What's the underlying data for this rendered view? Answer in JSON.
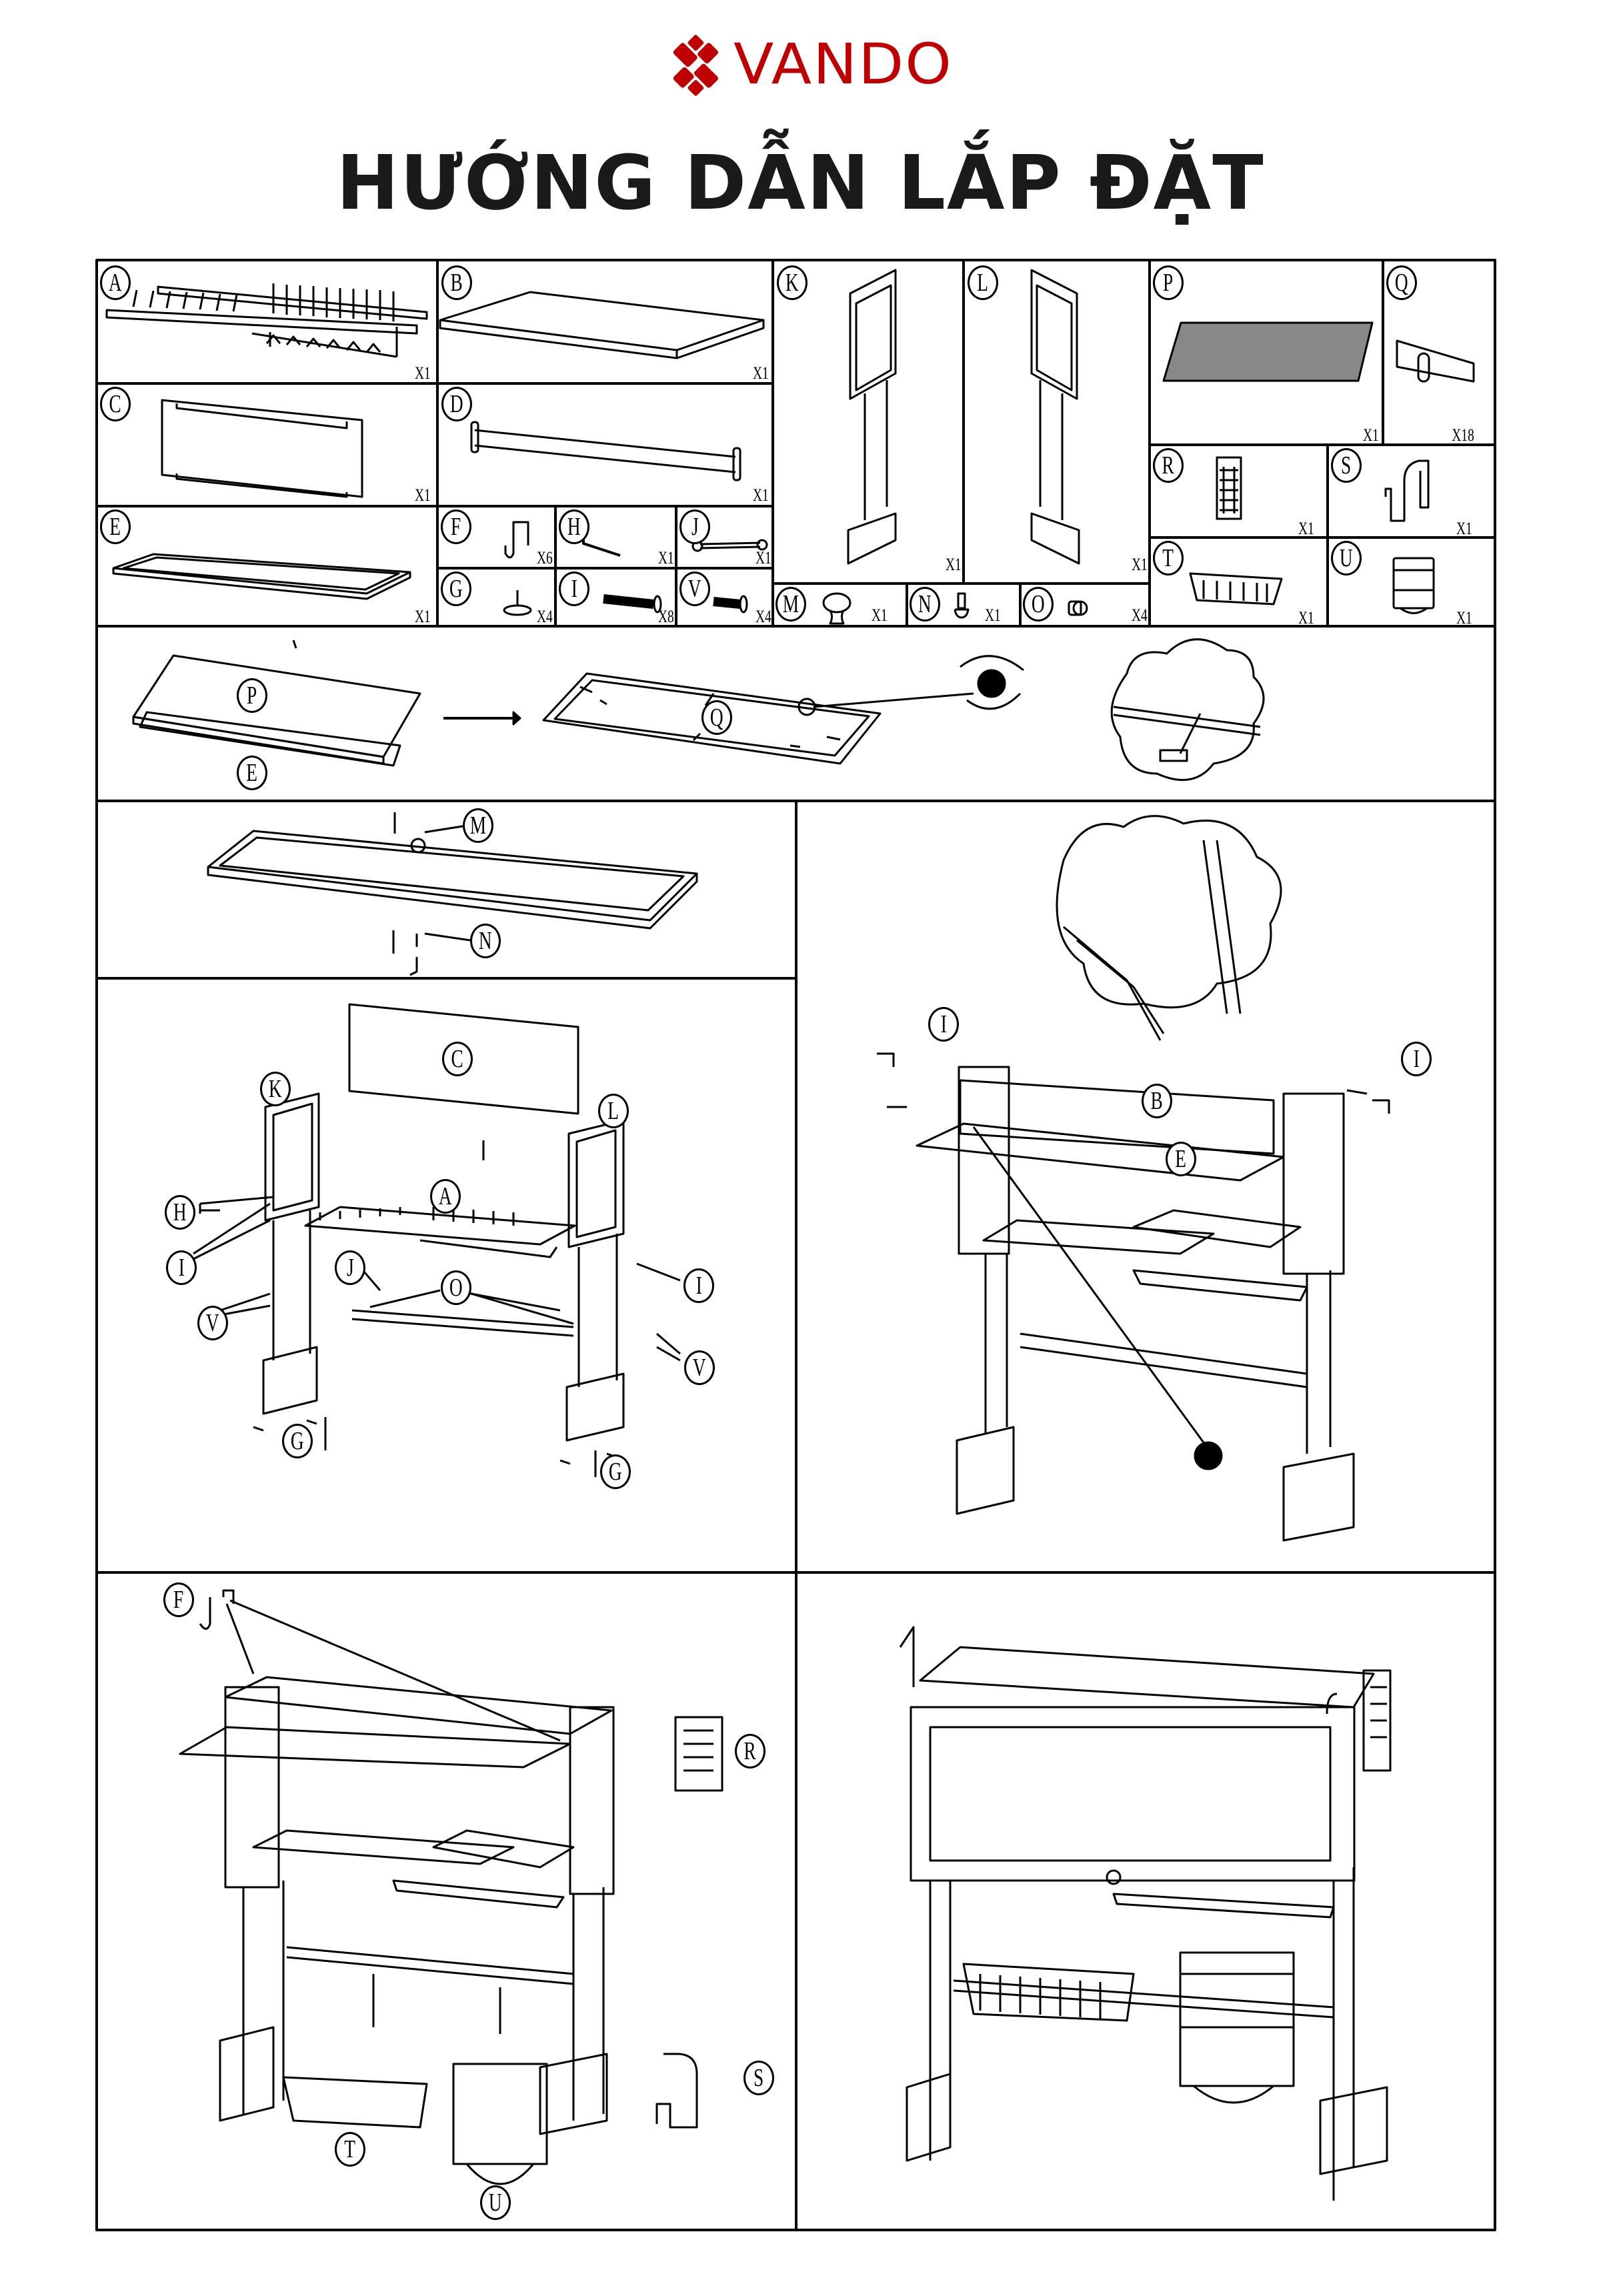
{
  "brand": {
    "name": "VANDO",
    "color": "#c00000"
  },
  "title": "HƯỚNG DẪN LẮP ĐẶT",
  "parts": [
    {
      "letter": "A",
      "qty": "X1"
    },
    {
      "letter": "B",
      "qty": "X1"
    },
    {
      "letter": "C",
      "qty": "X1"
    },
    {
      "letter": "D",
      "qty": "X1"
    },
    {
      "letter": "E",
      "qty": "X1"
    },
    {
      "letter": "F",
      "qty": "X6"
    },
    {
      "letter": "H",
      "qty": "X1"
    },
    {
      "letter": "J",
      "qty": "X1"
    },
    {
      "letter": "G",
      "qty": "X4"
    },
    {
      "letter": "I",
      "qty": "X8"
    },
    {
      "letter": "V",
      "qty": "X4"
    },
    {
      "letter": "K",
      "qty": "X1"
    },
    {
      "letter": "L",
      "qty": "X1"
    },
    {
      "letter": "M",
      "qty": "X1"
    },
    {
      "letter": "N",
      "qty": "X1"
    },
    {
      "letter": "O",
      "qty": "X4"
    },
    {
      "letter": "P",
      "qty": "X1"
    },
    {
      "letter": "Q",
      "qty": "X18"
    },
    {
      "letter": "R",
      "qty": "X1"
    },
    {
      "letter": "S",
      "qty": "X1"
    },
    {
      "letter": "T",
      "qty": "X1"
    },
    {
      "letter": "U",
      "qty": "X1"
    }
  ],
  "steps": {
    "step1": [
      "P",
      "E",
      "Q"
    ],
    "step2": [
      "M",
      "N"
    ],
    "step3": [
      "C",
      "K",
      "L",
      "A",
      "H",
      "I",
      "J",
      "O",
      "I",
      "V",
      "V",
      "G",
      "G"
    ],
    "step4": [
      "I",
      "I",
      "B",
      "E"
    ],
    "step5": [
      "F",
      "R",
      "S",
      "T",
      "U"
    ]
  },
  "colors": {
    "line": "#000000",
    "panel": "#888888"
  }
}
